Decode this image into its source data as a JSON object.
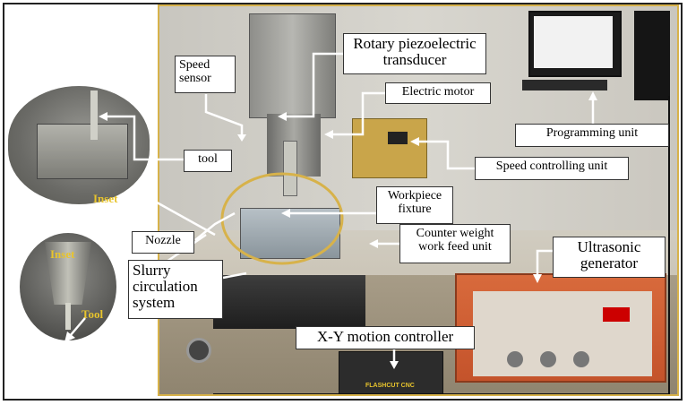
{
  "labels": {
    "rotary": "Rotary piezoelectric\ntransducer",
    "speed_sensor": "Speed\nsensor",
    "electric_motor": "Electric motor",
    "programming_unit": "Programming unit",
    "tool": "tool",
    "speed_controlling_unit": "Speed controlling unit",
    "workpiece_fixture": "Workpiece\nfixture",
    "nozzle": "Nozzle",
    "counter_weight": "Counter weight\nwork feed unit",
    "ultrasonic_generator": "Ultrasonic\ngenerator",
    "slurry": "Slurry\ncirculation\nsystem",
    "xy_motion": "X-Y motion controller"
  },
  "insets": {
    "inset_top": "Inset",
    "inset_bottom": "Inset",
    "tool_bottom": "Tool"
  },
  "photo_text": {
    "flashcut": "FLASHCUT CNC"
  },
  "colors": {
    "accent": "#d7b24a",
    "inset_text": "#e8c42c",
    "arrow": "#ffffff",
    "frame": "#222222"
  }
}
